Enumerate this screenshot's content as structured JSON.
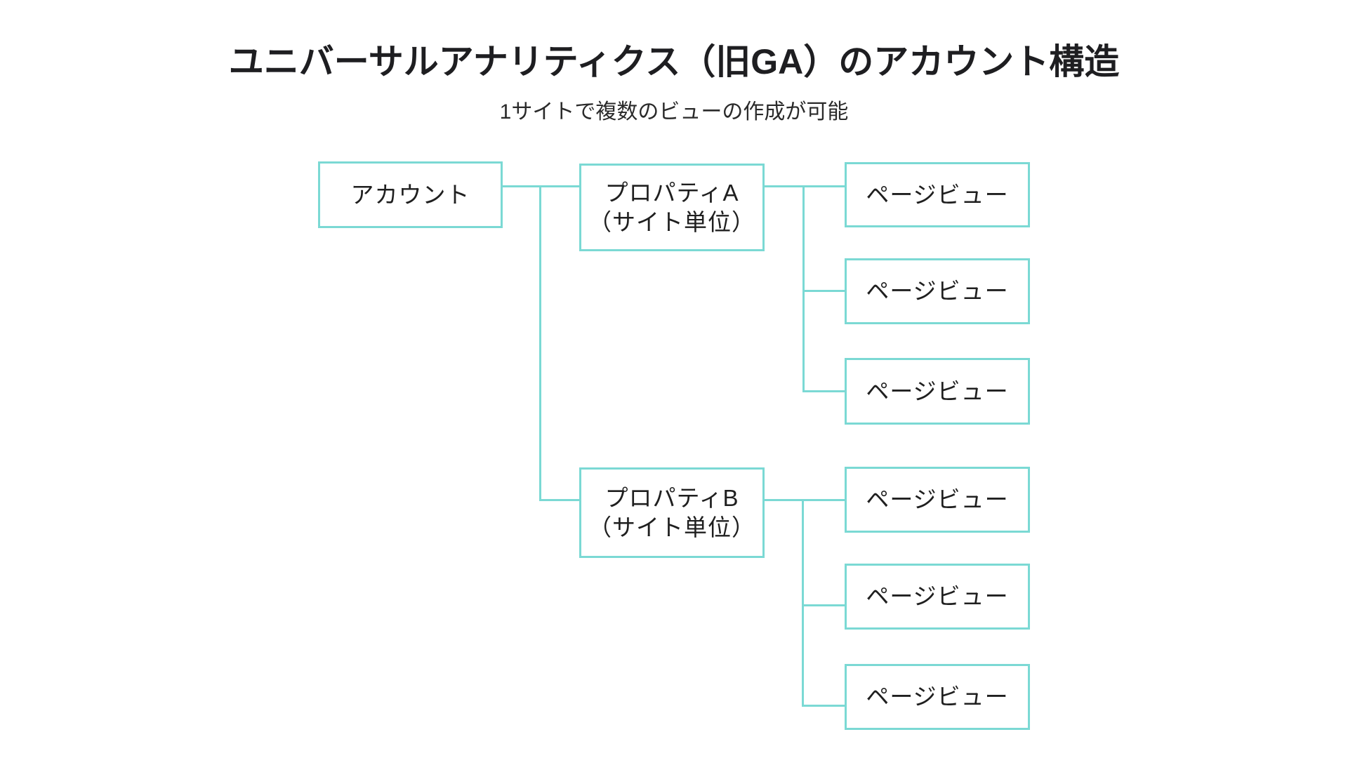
{
  "page": {
    "background": "#ffffff",
    "title": "ユニバーサルアナリティクス（旧GA）のアカウント構造",
    "subtitle": "1サイトで複数のビューの作成が可能"
  },
  "diagram": {
    "type": "org-tree",
    "direction": "left-to-right",
    "colors": {
      "line": "#7bd9d4",
      "box_border": "#7bd9d4",
      "box_fill": "#ffffff",
      "title_text": "#1e1e21",
      "box_text": "#1f1f1f"
    },
    "account": {
      "label": "アカウント"
    },
    "properties": [
      {
        "label": "プロパティA",
        "sublabel": "（サイト単位）",
        "views": [
          {
            "label": "ページビュー"
          },
          {
            "label": "ページビュー"
          },
          {
            "label": "ページビュー"
          }
        ]
      },
      {
        "label": "プロパティB",
        "sublabel": "（サイト単位）",
        "views": [
          {
            "label": "ページビュー"
          },
          {
            "label": "ページビュー"
          },
          {
            "label": "ページビュー"
          }
        ]
      }
    ]
  }
}
